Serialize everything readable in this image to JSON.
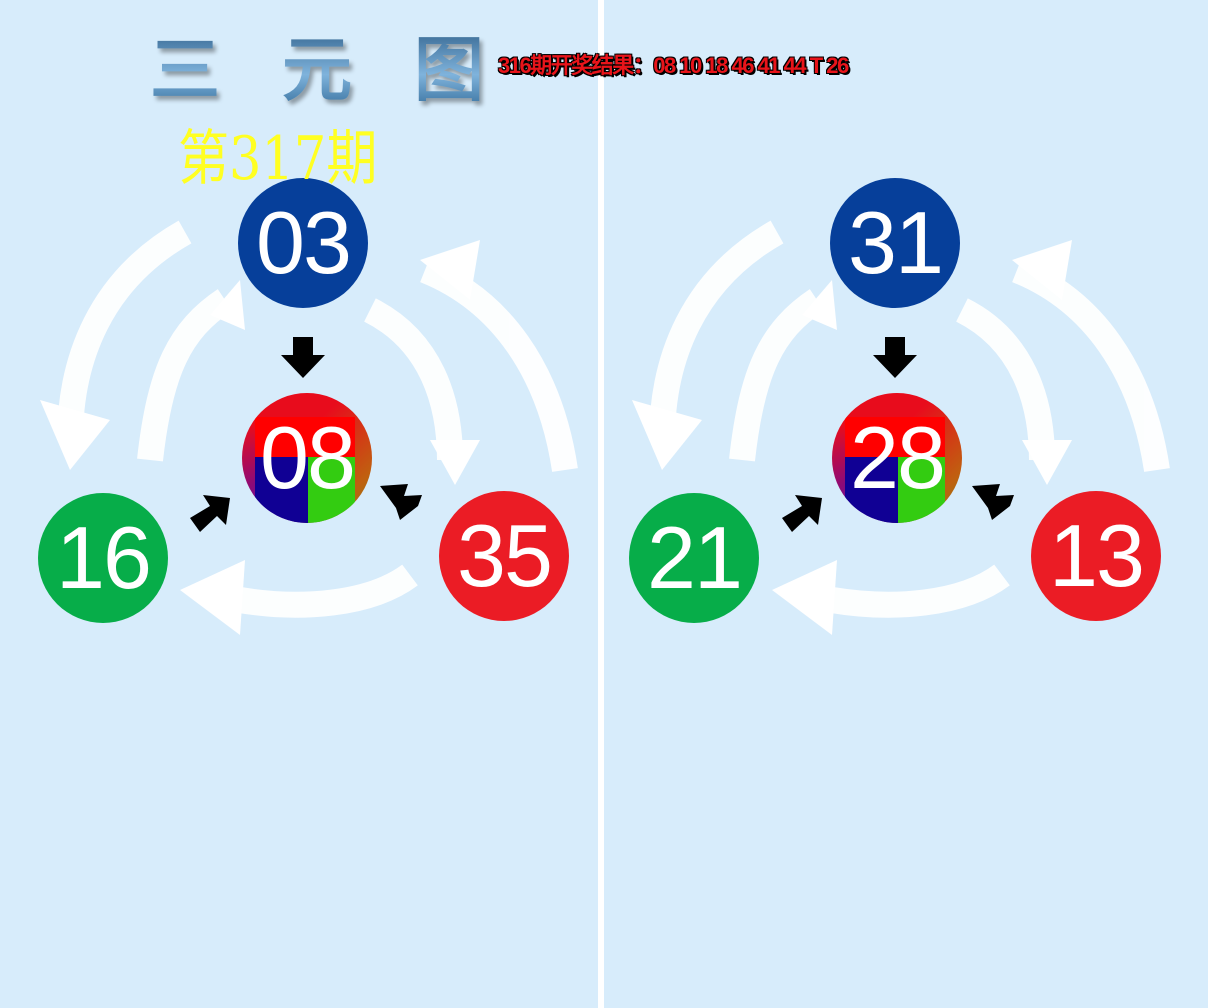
{
  "header": {
    "title": "三元图",
    "result_text": "316期开奖结果：08 10 18 46 41 44 T 26",
    "issue": "第317期"
  },
  "panels": [
    {
      "top": "03",
      "center": "08",
      "left": "16",
      "right": "35"
    },
    {
      "top": "31",
      "center": "28",
      "left": "21",
      "right": "13"
    }
  ],
  "colors": {
    "background": "#d7ecfb",
    "top_ball": "#063f9a",
    "left_ball": "#07ad49",
    "right_ball": "#eb1c25",
    "issue": "#ffff22",
    "result": "#e8141a"
  }
}
